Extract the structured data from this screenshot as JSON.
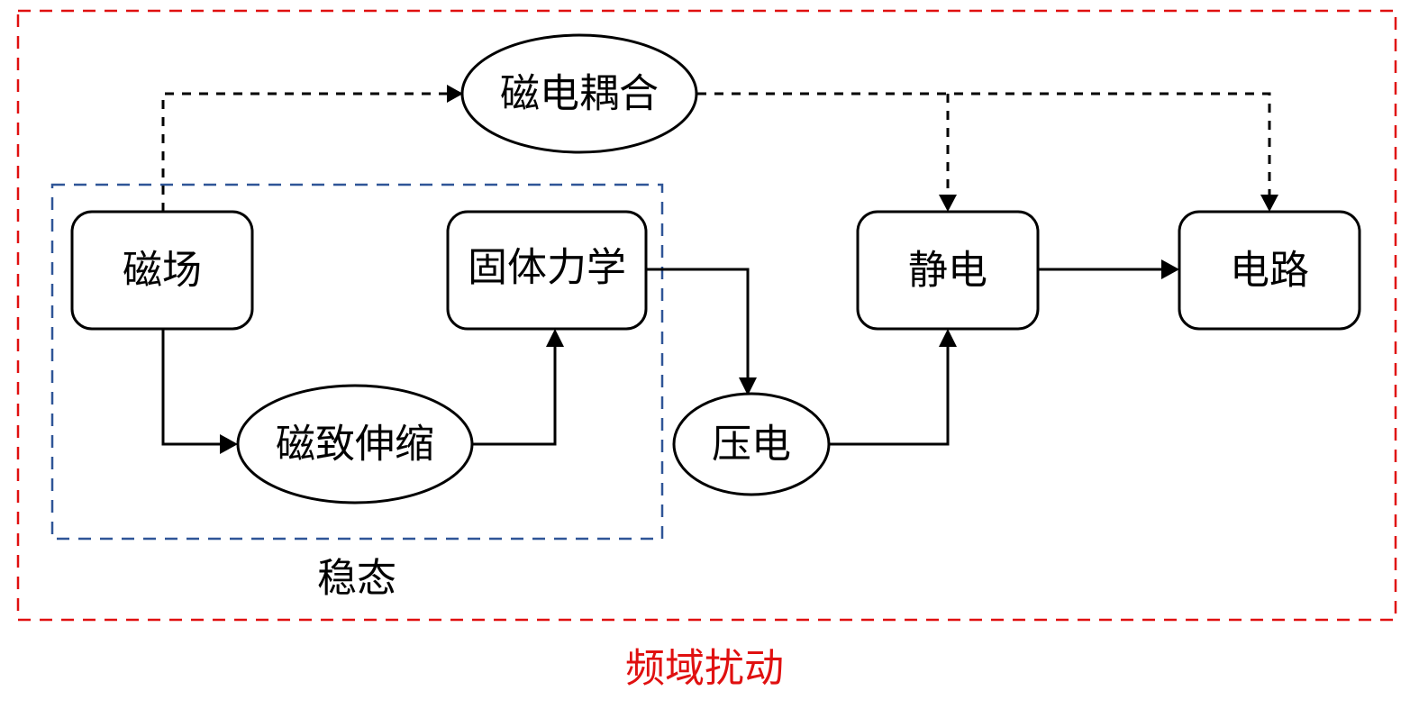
{
  "colors": {
    "outer_frame": "#e01010",
    "inner_frame": "#2f5597",
    "line": "#000000"
  },
  "groups": {
    "outer_label": "频域扰动",
    "inner_label": "稳态"
  },
  "nodes": {
    "magnetic_field": "磁场",
    "solid_mechanics": "固体力学",
    "magnetostriction": "磁致伸缩",
    "magnetoelectric_coupling": "磁电耦合",
    "piezoelectric": "压电",
    "electrostatics": "静电",
    "circuit": "电路"
  },
  "edges": [
    {
      "from": "磁场",
      "to": "磁致伸缩",
      "style": "solid"
    },
    {
      "from": "磁致伸缩",
      "to": "固体力学",
      "style": "solid"
    },
    {
      "from": "固体力学",
      "to": "压电",
      "style": "solid"
    },
    {
      "from": "压电",
      "to": "静电",
      "style": "solid"
    },
    {
      "from": "静电",
      "to": "电路",
      "style": "solid"
    },
    {
      "from": "磁场",
      "to": "磁电耦合",
      "style": "dashed"
    },
    {
      "from": "磁电耦合",
      "to": "静电",
      "style": "dashed"
    },
    {
      "from": "磁电耦合",
      "to": "电路",
      "style": "dashed"
    }
  ]
}
